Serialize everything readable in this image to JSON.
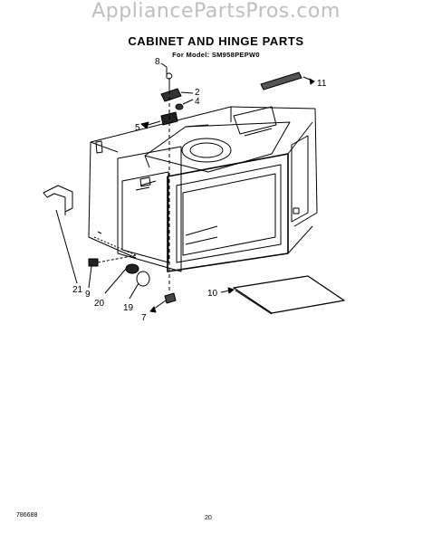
{
  "watermark": "AppliancePartsPros.com",
  "title": "CABINET AND HINGE PARTS",
  "model_line": "For Model: SM958PEPW0",
  "callouts": {
    "c8": "8",
    "c2": "2",
    "c4": "4",
    "c5": "5",
    "c11": "11",
    "c21": "21",
    "c9": "9",
    "c20": "20",
    "c19": "19",
    "c7": "7",
    "c10": "10"
  },
  "footer": {
    "doc_number": "786688",
    "page_number": "20"
  }
}
